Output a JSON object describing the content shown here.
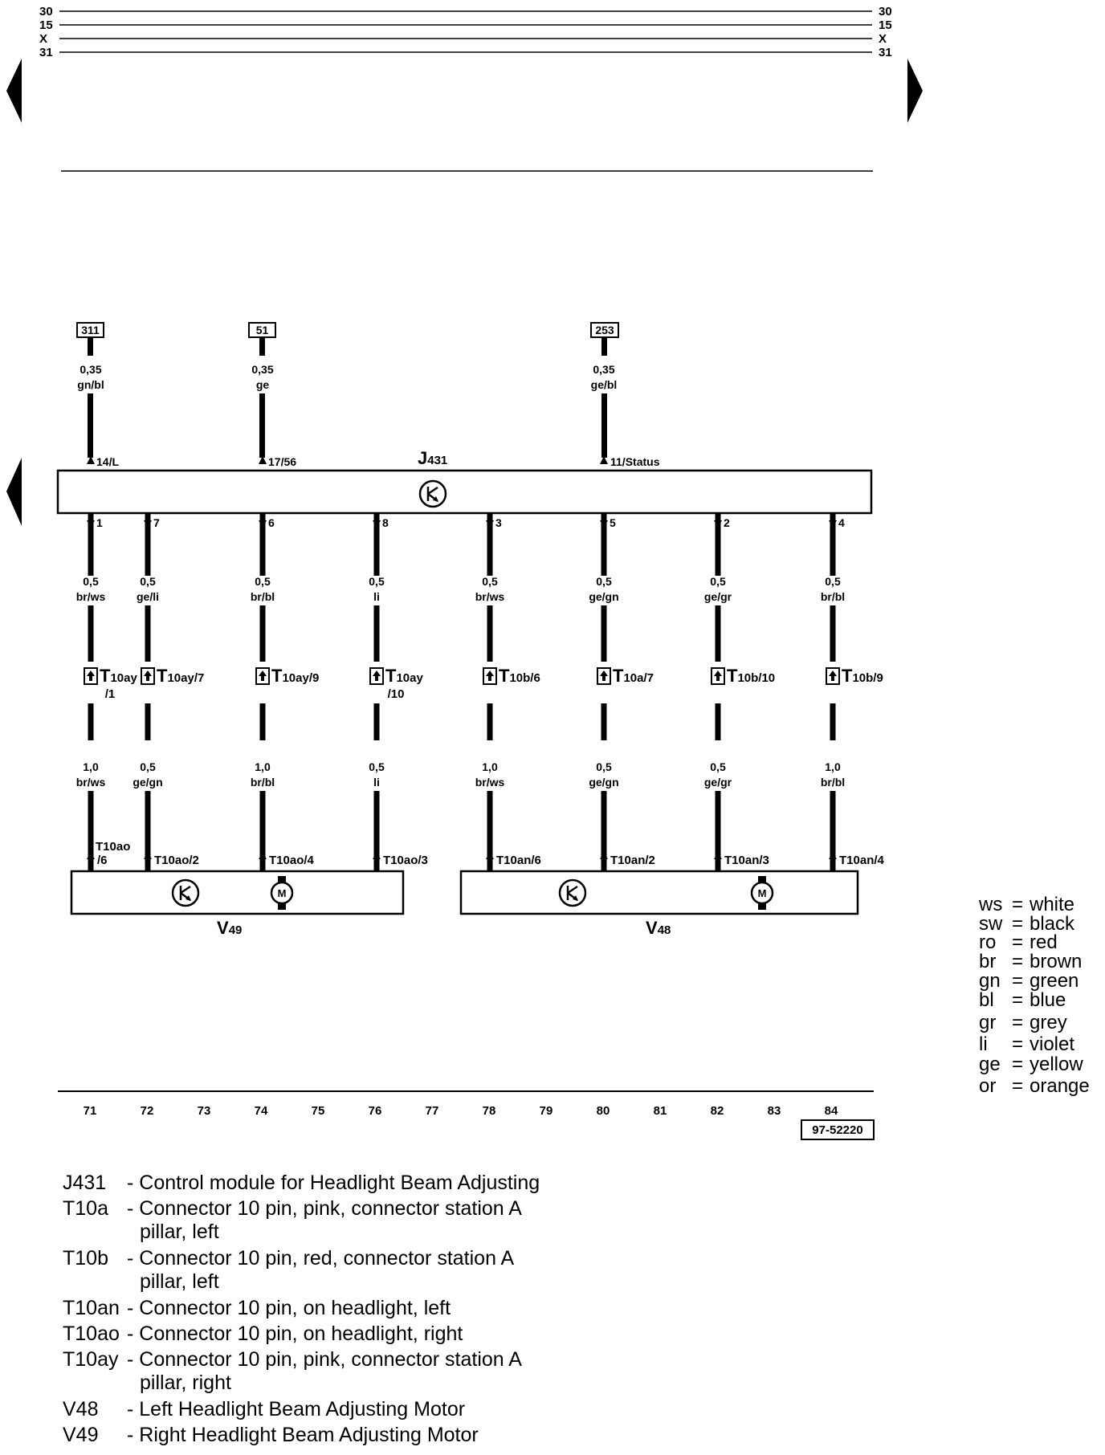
{
  "rails": {
    "left": [
      "30",
      "15",
      "X",
      "31"
    ],
    "right": [
      "30",
      "15",
      "X",
      "31"
    ]
  },
  "control_module": {
    "label_main": "J",
    "label_sub": "431",
    "top_pins": [
      {
        "ref": "311",
        "size": "0,35",
        "color": "gn/bl",
        "pin": "14/L"
      },
      {
        "ref": "51",
        "size": "0,35",
        "color": "ge",
        "pin": "17/56"
      },
      {
        "ref": "253",
        "size": "0,35",
        "color": "ge/bl",
        "pin": "11/Status"
      }
    ]
  },
  "wires": [
    {
      "pin": "1",
      "upper_size": "0,5",
      "upper_color": "br/ws",
      "conn_main": "T",
      "conn_sub": "10ay",
      "conn_extra": "/1",
      "lower_size": "1,0",
      "lower_color": "br/ws",
      "end_main": "T10ao",
      "end_extra": "/6"
    },
    {
      "pin": "7",
      "upper_size": "0,5",
      "upper_color": "ge/li",
      "conn_main": "T",
      "conn_sub": "10ay/7",
      "conn_extra": "",
      "lower_size": "0,5",
      "lower_color": "ge/gn",
      "end_main": "T10ao/2",
      "end_extra": ""
    },
    {
      "pin": "6",
      "upper_size": "0,5",
      "upper_color": "br/bl",
      "conn_main": "T",
      "conn_sub": "10ay/9",
      "conn_extra": "",
      "lower_size": "1,0",
      "lower_color": "br/bl",
      "end_main": "T10ao/4",
      "end_extra": ""
    },
    {
      "pin": "8",
      "upper_size": "0,5",
      "upper_color": "li",
      "conn_main": "T",
      "conn_sub": "10ay",
      "conn_extra": "/10",
      "lower_size": "0,5",
      "lower_color": "li",
      "end_main": "T10ao/3",
      "end_extra": ""
    },
    {
      "pin": "3",
      "upper_size": "0,5",
      "upper_color": "br/ws",
      "conn_main": "T",
      "conn_sub": "10b/6",
      "conn_extra": "",
      "lower_size": "1,0",
      "lower_color": "br/ws",
      "end_main": "T10an/6",
      "end_extra": ""
    },
    {
      "pin": "5",
      "upper_size": "0,5",
      "upper_color": "ge/gn",
      "conn_main": "T",
      "conn_sub": "10a/7",
      "conn_extra": "",
      "lower_size": "0,5",
      "lower_color": "ge/gn",
      "end_main": "T10an/2",
      "end_extra": ""
    },
    {
      "pin": "2",
      "upper_size": "0,5",
      "upper_color": "ge/gr",
      "conn_main": "T",
      "conn_sub": "10b/10",
      "conn_extra": "",
      "lower_size": "0,5",
      "lower_color": "ge/gr",
      "end_main": "T10an/3",
      "end_extra": ""
    },
    {
      "pin": "4",
      "upper_size": "0,5",
      "upper_color": "br/bl",
      "conn_main": "T",
      "conn_sub": "10b/9",
      "conn_extra": "",
      "lower_size": "1,0",
      "lower_color": "br/bl",
      "end_main": "T10an/4",
      "end_extra": ""
    }
  ],
  "motors": [
    {
      "label_main": "V",
      "label_sub": "49",
      "icon": "motor-icon",
      "sensor_icon": "sensor-icon",
      "motor_letter": "M"
    },
    {
      "label_main": "V",
      "label_sub": "48",
      "icon": "motor-icon",
      "sensor_icon": "sensor-icon",
      "motor_letter": "M"
    }
  ],
  "tracks": [
    "71",
    "72",
    "73",
    "74",
    "75",
    "76",
    "77",
    "78",
    "79",
    "80",
    "81",
    "82",
    "83",
    "84"
  ],
  "diagram_number": "97-52220",
  "color_key": [
    {
      "code": "ws",
      "name": "white"
    },
    {
      "code": "sw",
      "name": "black"
    },
    {
      "code": "ro",
      "name": "red"
    },
    {
      "code": "br",
      "name": "brown"
    },
    {
      "code": "gn",
      "name": "green"
    },
    {
      "code": "bl",
      "name": "blue"
    },
    {
      "code": "gr",
      "name": "grey"
    },
    {
      "code": "li",
      "name": "violet"
    },
    {
      "code": "ge",
      "name": "yellow"
    },
    {
      "code": "or",
      "name": "orange"
    }
  ],
  "legend": [
    {
      "code": "J431",
      "lines": [
        "- Control module for Headlight Beam Adjusting"
      ]
    },
    {
      "code": "T10a",
      "lines": [
        "- Connector 10 pin, pink, connector station A",
        "pillar, left"
      ]
    },
    {
      "code": "T10b",
      "lines": [
        "- Connector 10 pin, red, connector station A",
        "pillar, left"
      ]
    },
    {
      "code": "T10an",
      "lines": [
        "- Connector 10 pin, on headlight, left"
      ]
    },
    {
      "code": "T10ao",
      "lines": [
        "- Connector 10 pin, on headlight, right"
      ]
    },
    {
      "code": "T10ay",
      "lines": [
        "- Connector 10 pin, pink, connector station A",
        "pillar, right"
      ]
    },
    {
      "code": "V48",
      "lines": [
        "- Left Headlight Beam Adjusting Motor"
      ]
    },
    {
      "code": "V49",
      "lines": [
        "- Right Headlight Beam Adjusting Motor"
      ]
    }
  ]
}
